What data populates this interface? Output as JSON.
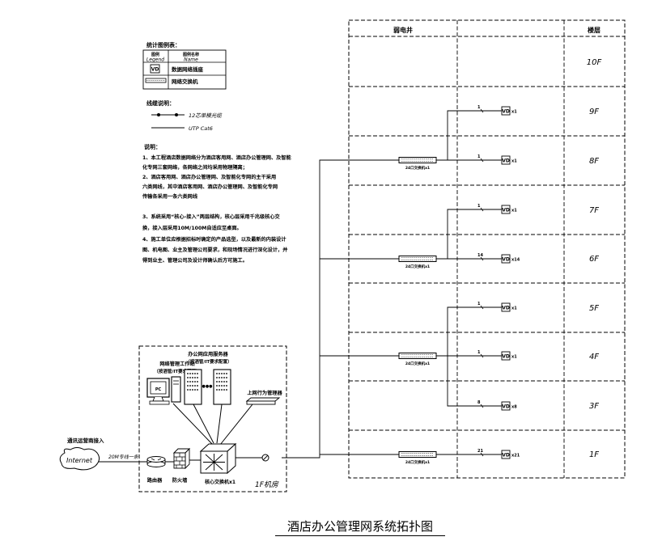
{
  "legend": {
    "title": "统计图例表：",
    "col_icon": "图例",
    "col_icon_en": "Legend",
    "col_name": "图例名称",
    "col_name_en": "Name",
    "row1_icon": "VD",
    "row1_name": "数据网络插座",
    "row2_name": "网络交换机"
  },
  "lines": {
    "title": "线缆说明：",
    "fiber": "12芯单模光缆",
    "utp": "UTP Cat6"
  },
  "notes": {
    "title": "说明：",
    "lines": [
      "1、本工程酒店数据网络分为酒店客用网、酒店办公管理网、及智能",
      "化专网三套网络，各网络之间均采用物理隔离；",
      "2、酒店客用网、酒店办公管理网、及智能化专网的主干采用",
      "六类网线，其中酒店客用网、酒店办公管理网、及智能化专网",
      "传输各采用一条六类网线",
      "",
      "3、系统采用“核心-接入”两层结构，核心层采用千兆级核心交",
      "换，接入层采用10M/100M自适应至桌面。",
      "4、施工单位应根据招标时确定的产品选型，以及最新的内装设计",
      "图、机电图、业主及管理公司要求，和现场情况进行深化设计，并",
      "得到业主、管理公司及设计师确认后方可施工。"
    ]
  },
  "table": {
    "header_shaft": "弱电井",
    "header_floor": "楼层",
    "floors": [
      "10F",
      "9F",
      "8F",
      "7F",
      "6F",
      "5F",
      "4F",
      "3F",
      "1F"
    ]
  },
  "switch_label": "24口交换机x1",
  "outlet_label": "VD",
  "outlets": [
    {
      "count": "1",
      "qty": "x1"
    },
    {
      "count": "1",
      "qty": "x1"
    },
    {
      "count": "1",
      "qty": "x1"
    },
    {
      "count": "14",
      "qty": "x14"
    },
    {
      "count": "1",
      "qty": "x1"
    },
    {
      "count": "1",
      "qty": "x1"
    },
    {
      "count": "8",
      "qty": "x8"
    },
    {
      "count": "21",
      "qty": "x21"
    }
  ],
  "room": {
    "workstation": "网络管理工作站",
    "workstation_sub": "（按酒管/IT要求配置）",
    "servers": "办公网应用服务器",
    "servers_sub": "（按酒管/IT要求配置）",
    "pc": "PC",
    "dots": "●●●",
    "behavior": "上网行为管理器",
    "router": "路由器",
    "firewall": "防火墙",
    "core": "核心交换机x1",
    "room_name": "1F机房"
  },
  "external": {
    "operator": "通讯运营商接入",
    "internet": "Internet",
    "line": "20M专线一条"
  },
  "caption": "酒店办公管理网系统拓扑图"
}
